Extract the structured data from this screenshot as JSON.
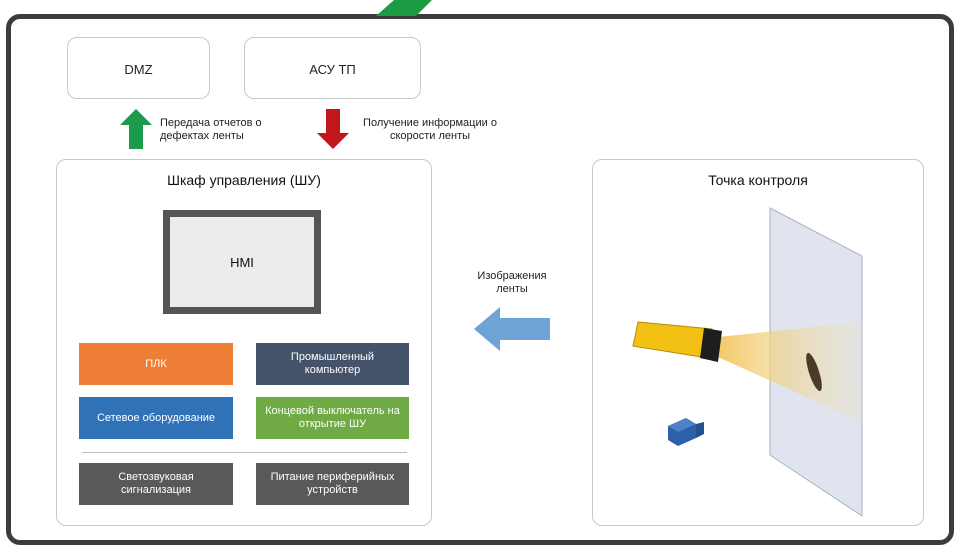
{
  "nodes": {
    "dmz": "DMZ",
    "acs": "АСУ ТП",
    "cabinet_title": "Шкаф управления (ШУ)",
    "hmi": "HMI",
    "plc": "ПЛК",
    "industrial_pc": "Промышленный компьютер",
    "network": "Сетевое оборудование",
    "limit_switch": "Концевой выключатель на открытие ШУ",
    "light_sound": "Светозвуковая сигнализация",
    "power": "Питание периферийных устройств",
    "control_point_title": "Точка контроля"
  },
  "edges": {
    "to_dmz": "Передача отчетов о дефектах ленты",
    "from_acs": "Получение информации о скорости ленты",
    "images": "Изображения ленты"
  },
  "colors": {
    "green_arrow": "#1a9c4a",
    "red_arrow": "#c0161c",
    "blue_arrow": "#6ea3d6",
    "plc": "#ee7e35",
    "industrial_pc": "#44536a",
    "network": "#2f72b8",
    "limit_switch": "#6faa45",
    "gray_block": "#595959",
    "camera": "#f3c114",
    "belt": "#dfe4ee",
    "sensor": "#2d5faa"
  },
  "icons": [
    "camera-icon",
    "sensor-cube-icon",
    "conveyor-belt-icon",
    "defect-icon"
  ]
}
